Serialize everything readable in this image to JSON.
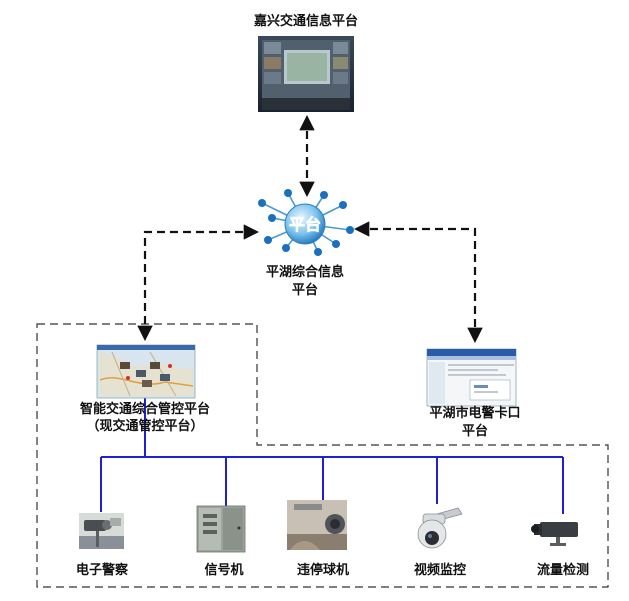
{
  "nodes": {
    "jiaxing": {
      "label": "嘉兴交通信息平台"
    },
    "pinghu_platform": {
      "label_line1": "平湖综合信息",
      "label_line2": "平台",
      "hub_text": "平台"
    },
    "smart_traffic": {
      "label_line1": "智能交通综合管控平台",
      "label_line2": "（现交通管控平台）"
    },
    "checkpoint": {
      "label_line1": "平湖市电警卡口",
      "label_line2": "平台"
    }
  },
  "devices": [
    {
      "label": "电子警察"
    },
    {
      "label": "信号机"
    },
    {
      "label": "违停球机"
    },
    {
      "label": "视频监控"
    },
    {
      "label": "流量检测"
    }
  ],
  "colors": {
    "bus_line": "#2020d0",
    "dashed_arrow": "#111111",
    "boundary": "#333333",
    "hub_blue": "#1a6fc0"
  }
}
